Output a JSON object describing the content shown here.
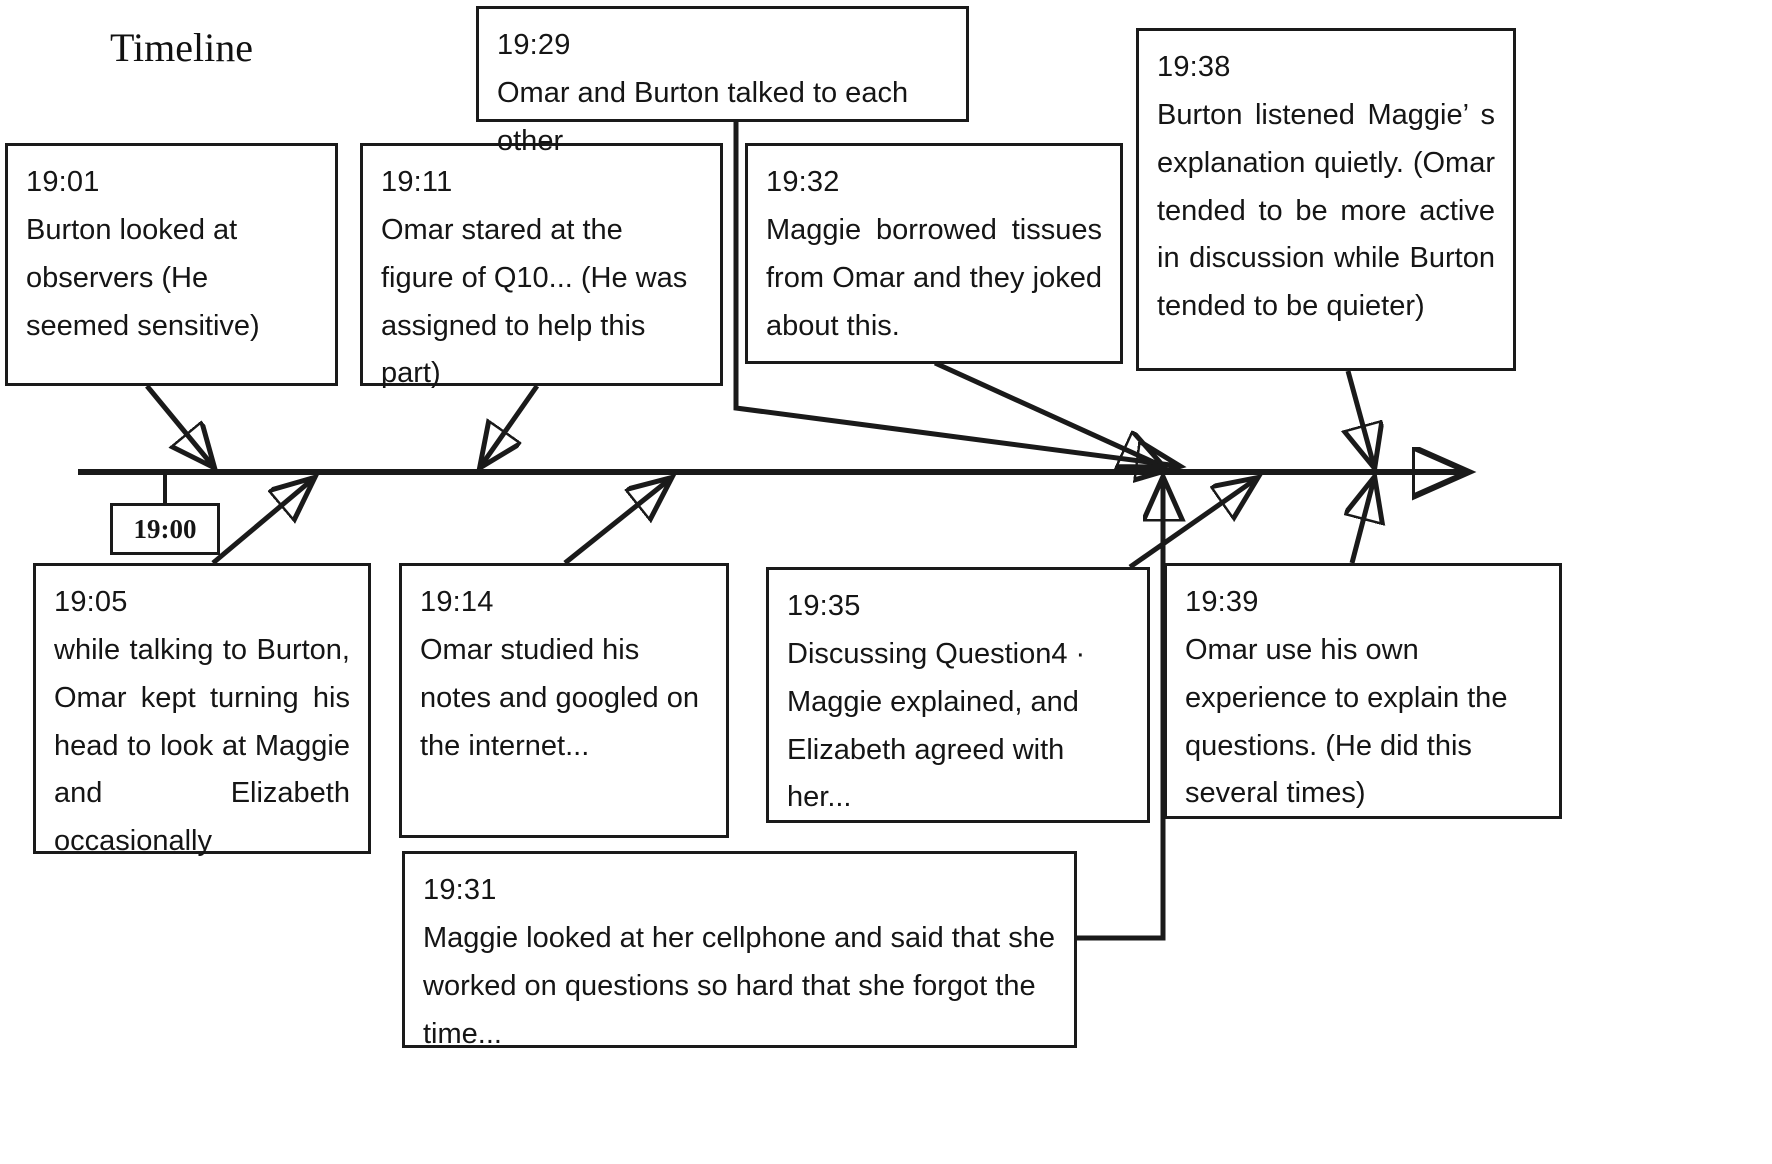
{
  "title": "Timeline",
  "axis": {
    "tick_label": "19:00"
  },
  "events_above": [
    {
      "time": "19:01",
      "text": "Burton looked at observers (He seemed sensitive)",
      "align": "left"
    },
    {
      "time": "19:11",
      "text": "Omar stared at the figure of Q10... (He was assigned to help this part)",
      "align": "left"
    },
    {
      "time": "19:29",
      "text": "Omar and Burton talked to each other",
      "align": "left"
    },
    {
      "time": "19:32",
      "text": "Maggie borrowed tissues from Omar and they joked about this.",
      "align": "justify"
    },
    {
      "time": "19:38",
      "text": "Burton listened Maggie’ s explanation quietly. (Omar tended to be more active in discussion while Burton tended to be quieter)",
      "align": "justify"
    }
  ],
  "events_below": [
    {
      "time": "19:05",
      "text": "while talking to Burton, Omar kept turning his head to look at Maggie and Elizabeth occasionally",
      "align": "justify"
    },
    {
      "time": "19:14",
      "text": "Omar studied his notes and googled on the internet...",
      "align": "left"
    },
    {
      "time": "19:35",
      "text": "Discussing Question4 · Maggie explained, and Elizabeth agreed with her...",
      "align": "left"
    },
    {
      "time": "19:39",
      "text": "Omar use his own experience to explain the questions. (He did this several times)",
      "align": "left"
    },
    {
      "time": "19:31",
      "text": "Maggie looked at her cellphone and said that she worked on questions so hard that she forgot the time...",
      "align": "left"
    }
  ],
  "colors": {
    "ink": "#1a1a1a",
    "background": "#ffffff"
  }
}
